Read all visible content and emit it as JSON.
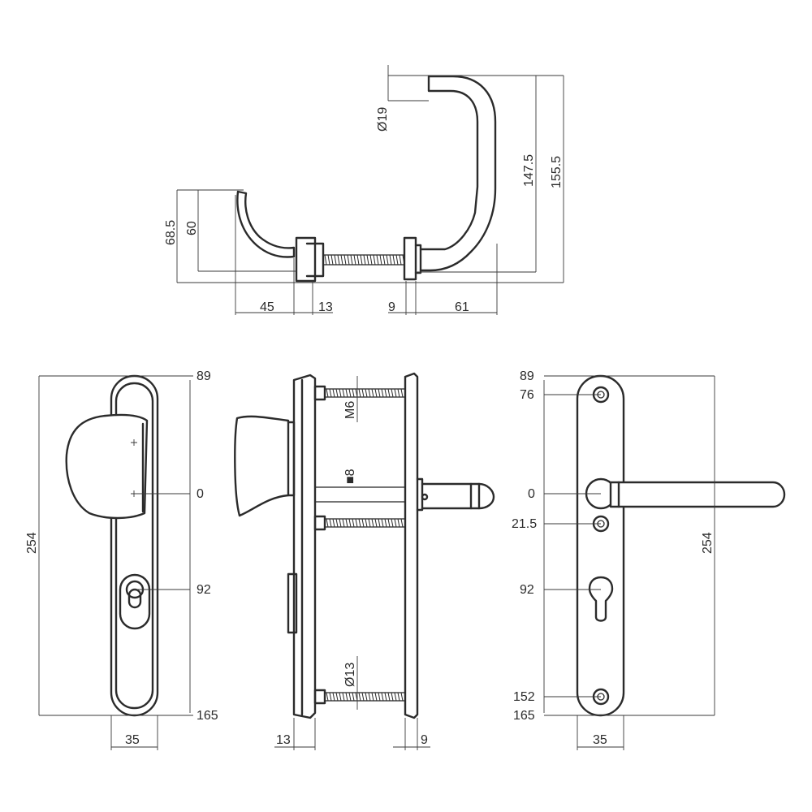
{
  "dims": {
    "top_d19": "Ø19",
    "top_147_5": "147.5",
    "top_155_5": "155.5",
    "top_68_5": "68.5",
    "top_60": "60",
    "top_45": "45",
    "top_13": "13",
    "top_9": "9",
    "top_61": "61",
    "left_89": "89",
    "left_0": "0",
    "left_92": "92",
    "left_165": "165",
    "left_254": "254",
    "left_35": "35",
    "mid_m6": "M6",
    "mid_sq8": "■8",
    "mid_d13": "Ø13",
    "mid_13": "13",
    "mid_9": "9",
    "right_89": "89",
    "right_76": "76",
    "right_0": "0",
    "right_21_5": "21.5",
    "right_92": "92",
    "right_152": "152",
    "right_165": "165",
    "right_254": "254",
    "right_35": "35"
  }
}
